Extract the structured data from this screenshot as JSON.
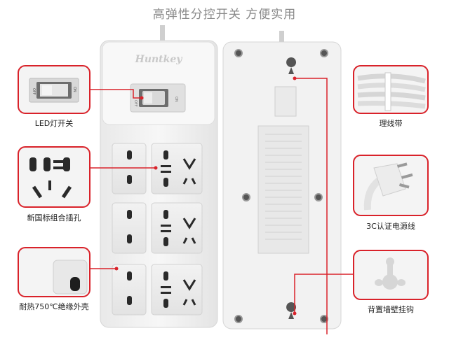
{
  "headline": "高弹性分控开关  方便实用",
  "brand": "Huntkey",
  "features": {
    "switch": "LED灯开关",
    "sockets": "新国标组合插孔",
    "shell": "耐热750℃绝缘外壳",
    "cable_tie": "理线带",
    "cable": "3C认证电源线",
    "wall_mount": "背置墙壁挂钩"
  },
  "switch_marks": {
    "off": "OFF",
    "on": "ON"
  },
  "colors": {
    "accent": "#d9222a",
    "body": "#f1f1f1",
    "panel": "#e6e6e6"
  },
  "icons": [
    "power-strip-front",
    "power-strip-back",
    "rocker-switch-icon",
    "socket-icon",
    "cable-tie-icon",
    "power-plug-icon",
    "wall-hook-slot-icon"
  ]
}
